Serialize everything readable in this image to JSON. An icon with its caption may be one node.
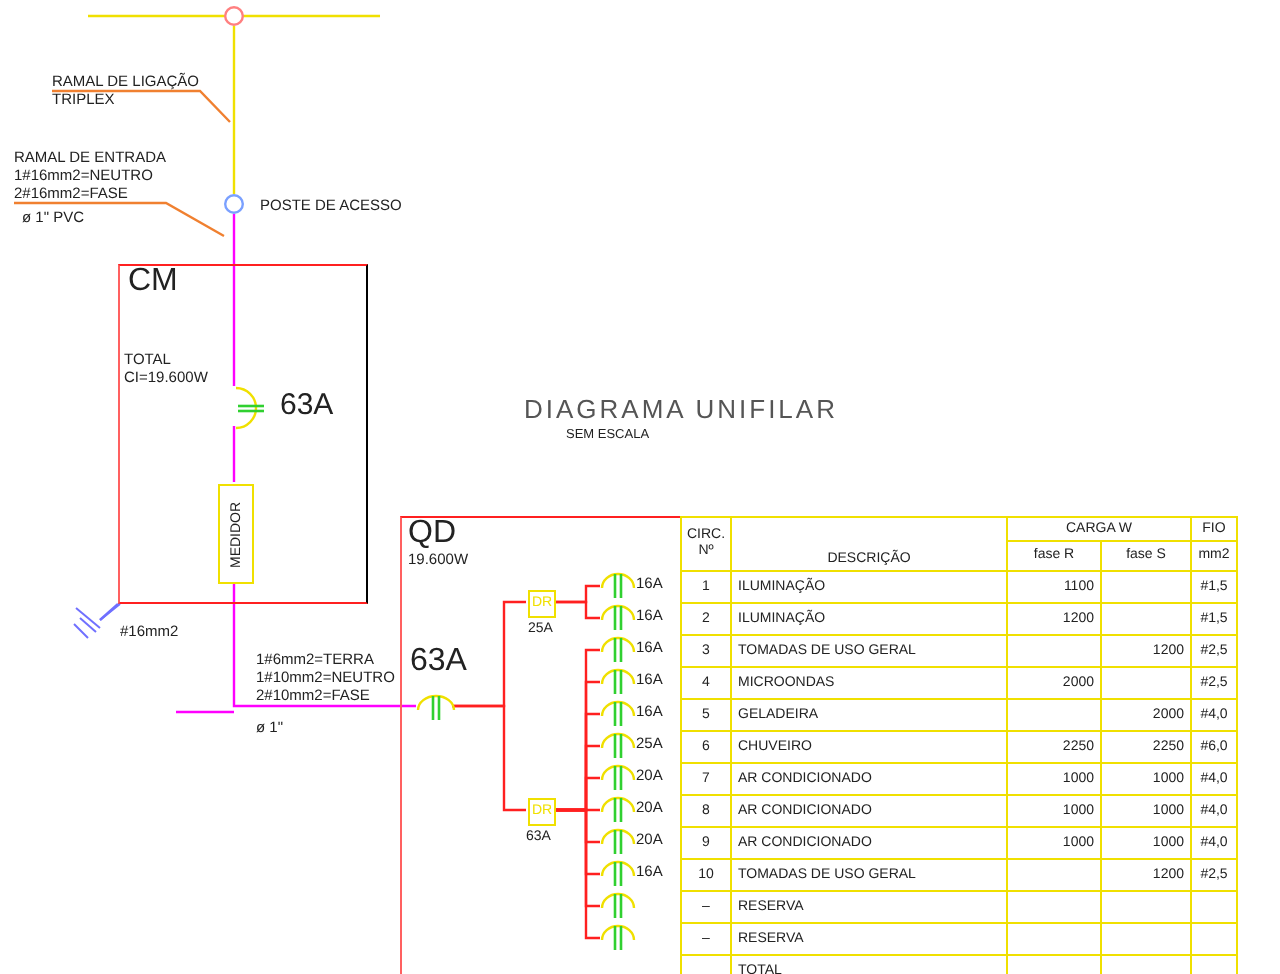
{
  "diagram": {
    "title": "DIAGRAMA UNIFILAR",
    "nodes": [
      {
        "text": [],
        "shape": "circle"
      },
      {
        "text": [
          "RAMAL DE LIGAÇÃO TRIPLEX"
        ]
      },
      {
        "text": [],
        "shape": "circle",
        "beside": [
          "POSTE DE ACESSO"
        ]
      },
      {
        "text": [
          "RAMAL DE ENTRADA",
          "1#16mm2=NEUTRO",
          "2#16mm2=FASE",
          "ø 1\" PVC"
        ]
      },
      {
        "text": [
          "CM",
          "TOTAL",
          "CI=19.600W"
        ]
      },
      {
        "text": [],
        "shape": "breaker",
        "in": 4,
        "beside": [
          "63A"
        ]
      },
      {
        "text": [
          "MEDIDOR"
        ],
        "in": 4
      },
      {
        "text": [],
        "shape": "ground",
        "beside": [
          "#16mm2"
        ]
      },
      {
        "text": [
          "QD",
          "19.600W"
        ]
      },
      {
        "text": [],
        "shape": "breaker",
        "in": 8,
        "beside": [
          "63A"
        ]
      },
      {
        "text": [
          "DR"
        ],
        "in": 8,
        "beside": [
          "25A"
        ]
      },
      {
        "text": [
          "DR"
        ],
        "in": 8,
        "beside": [
          "63A"
        ]
      },
      {
        "text": [],
        "shape": "breaker",
        "in": 8,
        "beside": [
          "16A"
        ]
      },
      {
        "text": [],
        "shape": "breaker",
        "in": 8,
        "beside": [
          "16A"
        ]
      },
      {
        "text": [],
        "shape": "breaker",
        "in": 8,
        "beside": [
          "16A"
        ]
      },
      {
        "text": [],
        "shape": "breaker",
        "in": 8,
        "beside": [
          "16A"
        ]
      },
      {
        "text": [],
        "shape": "breaker",
        "in": 8,
        "beside": [
          "16A"
        ]
      },
      {
        "text": [],
        "shape": "breaker",
        "in": 8,
        "beside": [
          "25A"
        ]
      },
      {
        "text": [],
        "shape": "breaker",
        "in": 8,
        "beside": [
          "20A"
        ]
      },
      {
        "text": [],
        "shape": "breaker",
        "in": 8,
        "beside": [
          "20A"
        ]
      },
      {
        "text": [],
        "shape": "breaker",
        "in": 8,
        "beside": [
          "20A"
        ]
      },
      {
        "text": [],
        "shape": "breaker",
        "in": 8,
        "beside": [
          "16A"
        ]
      },
      {
        "text": [],
        "shape": "breaker",
        "in": 8
      },
      {
        "text": [],
        "shape": "breaker",
        "in": 8
      }
    ],
    "edges": [
      {
        "from": 0,
        "to": 2,
        "arrow": "none",
        "color": "#f0e000"
      },
      {
        "from": 1,
        "to": null,
        "arrow": "none",
        "color": "#f08030"
      },
      {
        "from": 3,
        "to": null,
        "arrow": "none",
        "color": "#f08030"
      },
      {
        "from": 2,
        "to": 5,
        "arrow": "none",
        "color": "#ff00ff"
      },
      {
        "from": 5,
        "to": 6,
        "arrow": "none",
        "color": "#ff00ff"
      },
      {
        "from": 6,
        "to": 9,
        "arrow": "none",
        "color": "#ff00ff"
      },
      {
        "from": 7,
        "to": 4,
        "arrow": "none",
        "color": "#7070ff"
      },
      {
        "from": 9,
        "to": 10,
        "arrow": "none"
      },
      {
        "from": 9,
        "to": 11,
        "arrow": "none"
      },
      {
        "from": 10,
        "to": 12,
        "arrow": "none"
      },
      {
        "from": 10,
        "to": 13,
        "arrow": "none"
      },
      {
        "from": 11,
        "to": 14,
        "arrow": "none"
      },
      {
        "from": 11,
        "to": 15,
        "arrow": "none"
      },
      {
        "from": 11,
        "to": 16,
        "arrow": "none"
      },
      {
        "from": 11,
        "to": 17,
        "arrow": "none"
      },
      {
        "from": 11,
        "to": 18,
        "arrow": "none"
      },
      {
        "from": 11,
        "to": 19,
        "arrow": "none"
      },
      {
        "from": 11,
        "to": 20,
        "arrow": "none"
      },
      {
        "from": 11,
        "to": 21,
        "arrow": "none"
      },
      {
        "from": 11,
        "to": 22,
        "arrow": "none"
      },
      {
        "from": 11,
        "to": 23,
        "arrow": "none"
      }
    ],
    "labels": [
      "SEM ESCALA",
      "1#6mm2=TERRA",
      "1#10mm2=NEUTRO",
      "2#10mm2=FASE",
      "ø 1\"",
      "CIRC. Nº",
      "DESCRIÇÃO",
      "CARGA W",
      "FIO",
      "fase R",
      "fase S",
      "mm2",
      "1",
      "ILUMINAÇÃO",
      "1100",
      "#1,5",
      "2",
      "ILUMINAÇÃO",
      "1200",
      "#1,5",
      "3",
      "TOMADAS DE USO GERAL",
      "1200",
      "#2,5",
      "4",
      "MICROONDAS",
      "2000",
      "#2,5",
      "5",
      "GELADEIRA",
      "2000",
      "#4,0",
      "6",
      "CHUVEIRO",
      "2250",
      "2250",
      "#6,0",
      "7",
      "AR CONDICIONADO",
      "1000",
      "1000",
      "#4,0",
      "8",
      "AR CONDICIONADO",
      "1000",
      "1000",
      "#4,0",
      "9",
      "AR CONDICIONADO",
      "1000",
      "1000",
      "#4,0",
      "10",
      "TOMADAS DE USO GERAL",
      "1200",
      "#2,5",
      "–",
      "RESERVA",
      "–",
      "RESERVA",
      "TOTAL"
    ]
  }
}
